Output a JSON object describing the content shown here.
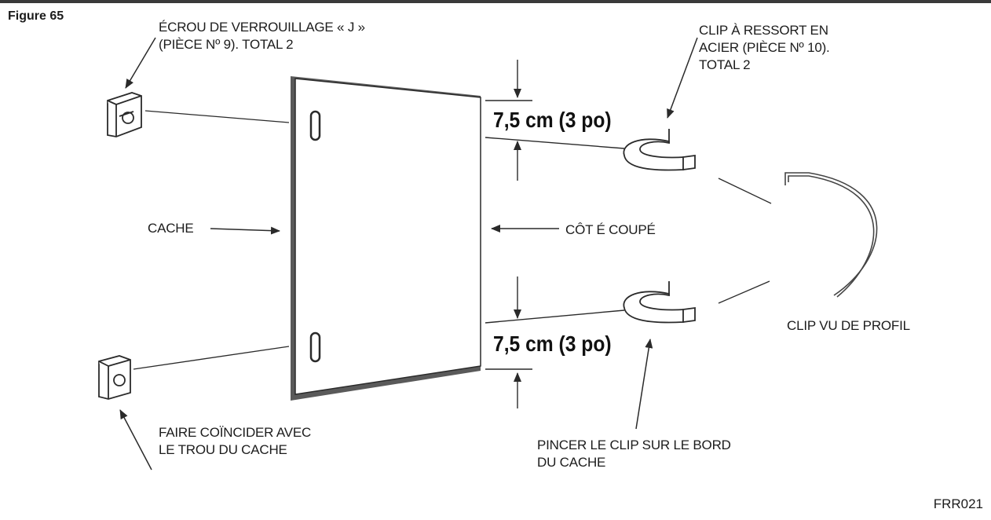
{
  "figure_label": "Figure 65",
  "labels": {
    "lock_nut": [
      "ÉCROU DE VERROUILLAGE « J »",
      "(PIÈCE Nº 9). TOTAL 2"
    ],
    "spring_clip": [
      "CLIP À RESSORT EN",
      "ACIER (PIÈCE Nº 10).",
      "TOTAL 2"
    ],
    "cover": "CACHE",
    "cut_side": "CÔT É COUPÉ",
    "clip_profile": "CLIP VU DE PROFIL",
    "align_hole": [
      "FAIRE COÏNCIDER AVEC",
      "LE TROU DU CACHE"
    ],
    "pinch_clip": [
      "PINCER LE CLIP SUR LE BORD",
      "DU CACHE"
    ]
  },
  "dimensions": {
    "top": "7,5 cm (3 po)",
    "bottom": "7,5 cm (3 po)"
  },
  "drawing_code": "FRR021",
  "colors": {
    "line": "#2a2a2a",
    "panel_edge": "#555555"
  },
  "icons": [
    "lock-nut-icon",
    "spring-clip-icon",
    "clip-profile-icon",
    "arrow-icon"
  ]
}
